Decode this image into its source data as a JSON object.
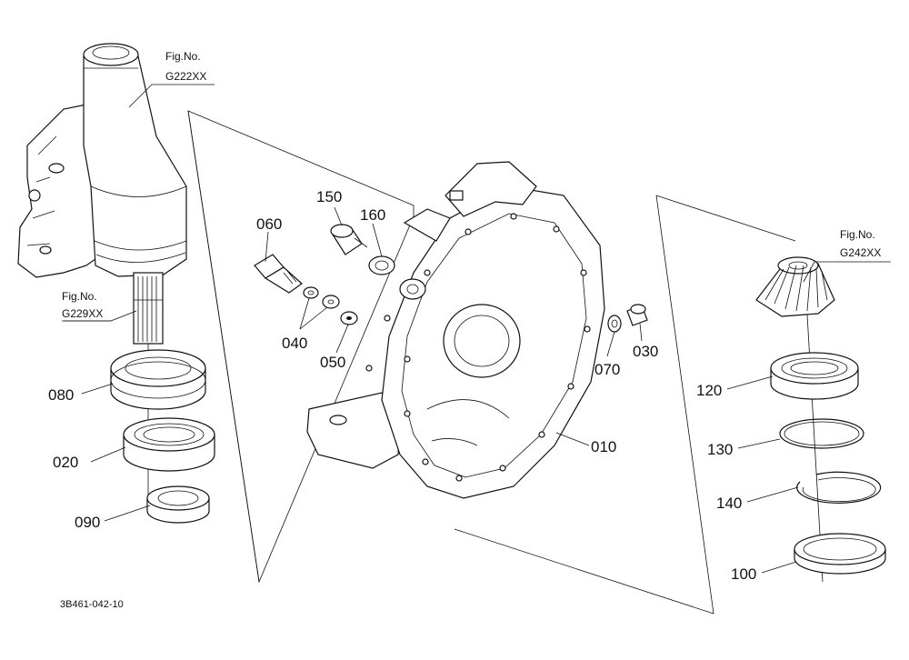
{
  "drawing": {
    "drawing_code": "3B461-042-10",
    "fig_refs": [
      {
        "id": "g222",
        "prefix": "Fig.No.",
        "code": "G222XX"
      },
      {
        "id": "g229",
        "prefix": "Fig.No.",
        "code": "G229XX"
      },
      {
        "id": "g242",
        "prefix": "Fig.No.",
        "code": "G242XX"
      }
    ],
    "part_labels": [
      {
        "id": "p010",
        "text": "010"
      },
      {
        "id": "p020",
        "text": "020"
      },
      {
        "id": "p030",
        "text": "030"
      },
      {
        "id": "p040",
        "text": "040"
      },
      {
        "id": "p050",
        "text": "050"
      },
      {
        "id": "p060",
        "text": "060"
      },
      {
        "id": "p070",
        "text": "070"
      },
      {
        "id": "p080",
        "text": "080"
      },
      {
        "id": "p090",
        "text": "090"
      },
      {
        "id": "p100",
        "text": "100"
      },
      {
        "id": "p120",
        "text": "120"
      },
      {
        "id": "p130",
        "text": "130"
      },
      {
        "id": "p140",
        "text": "140"
      },
      {
        "id": "p150",
        "text": "150"
      },
      {
        "id": "p160",
        "text": "160"
      }
    ],
    "colors": {
      "ink": "#111111",
      "paper": "#ffffff"
    }
  }
}
